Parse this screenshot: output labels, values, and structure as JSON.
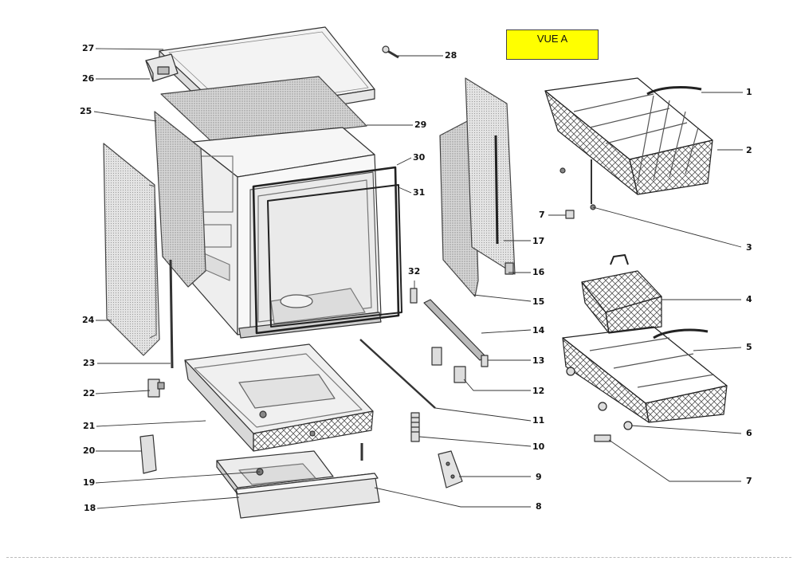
{
  "view_label": "VUE A",
  "callouts": {
    "c1": "1",
    "c2": "2",
    "c3": "3",
    "c4": "4",
    "c5": "5",
    "c6": "6",
    "c7a": "7",
    "c7b": "7",
    "c8": "8",
    "c9": "9",
    "c10": "10",
    "c11": "11",
    "c12": "12",
    "c13": "13",
    "c14": "14",
    "c15": "15",
    "c16": "16",
    "c17": "17",
    "c18": "18",
    "c19": "19",
    "c20": "20",
    "c21": "21",
    "c22": "22",
    "c23": "23",
    "c24": "24",
    "c25": "25",
    "c26": "26",
    "c27": "27",
    "c28": "28",
    "c29": "29",
    "c30": "30",
    "c31": "31",
    "c32": "32"
  },
  "colors": {
    "highlight": "#ffff00",
    "line": "#333333",
    "panel_fill": "#bdbdbd"
  }
}
